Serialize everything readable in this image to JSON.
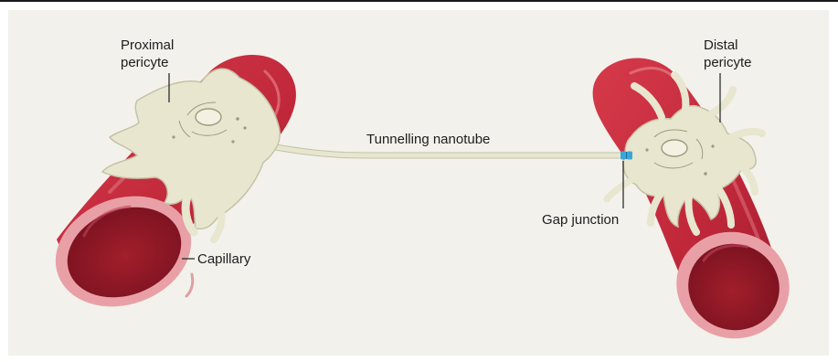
{
  "labels": {
    "proximal_line1": "Proximal",
    "proximal_line2": "pericyte",
    "distal_line1": "Distal",
    "distal_line2": "pericyte",
    "nanotube": "Tunnelling nanotube",
    "gap_junction": "Gap junction",
    "capillary": "Capillary"
  },
  "colors": {
    "background": "#f2f1eb",
    "vessel": "#c6283a",
    "vessel_dark": "#8c1424",
    "vessel_lumen": "#9c1c28",
    "vessel_rim": "#e9a0a4",
    "pericyte": "#e8e6cf",
    "pericyte_outline": "#c5c2a6",
    "gap_junction": "#3aa6d8"
  }
}
